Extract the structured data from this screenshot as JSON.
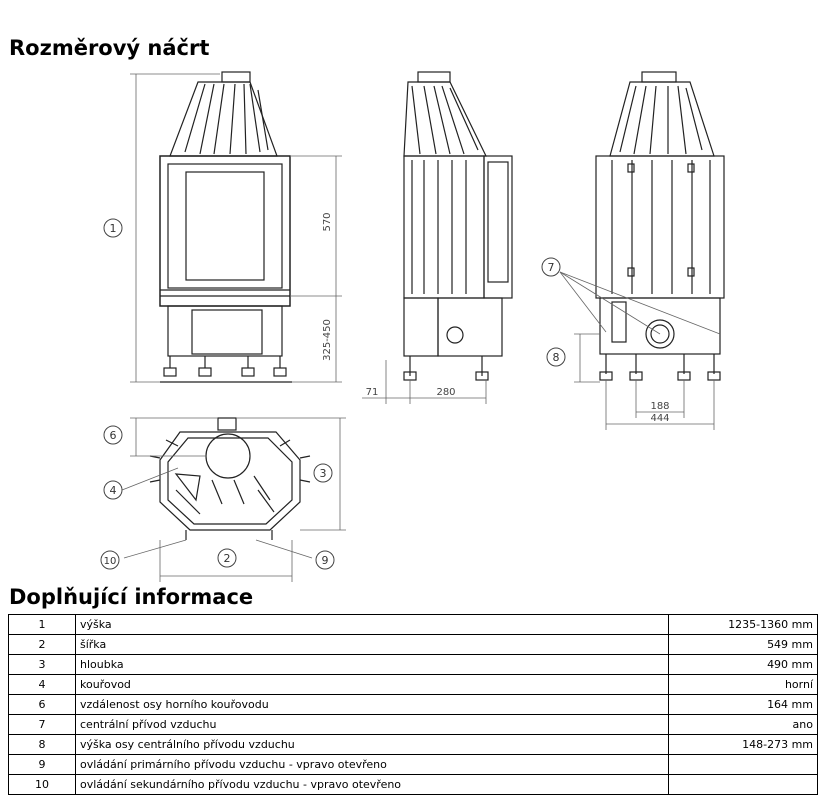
{
  "headings": {
    "sketch": "Rozměrový náčrt",
    "info": "Doplňující informace"
  },
  "drawing": {
    "callouts": [
      "1",
      "2",
      "3",
      "4",
      "6",
      "7",
      "8",
      "9",
      "10"
    ],
    "dims": {
      "d570": "570",
      "d325_450": "325-450",
      "d71": "71",
      "d280": "280",
      "d188": "188",
      "d444": "444"
    }
  },
  "rows": [
    {
      "num": "1",
      "label": "výška",
      "value": "1235-1360 mm"
    },
    {
      "num": "2",
      "label": "šířka",
      "value": "549 mm"
    },
    {
      "num": "3",
      "label": "hloubka",
      "value": "490 mm"
    },
    {
      "num": "4",
      "label": "kouřovod",
      "value": "horní"
    },
    {
      "num": "6",
      "label": "vzdálenost osy horního kouřovodu",
      "value": "164 mm"
    },
    {
      "num": "7",
      "label": "centrální přívod vzduchu",
      "value": "ano"
    },
    {
      "num": "8",
      "label": "výška osy centrálního přívodu vzduchu",
      "value": "148-273 mm"
    },
    {
      "num": "9",
      "label": "ovládání primárního přívodu vzduchu - vpravo otevřeno",
      "value": ""
    },
    {
      "num": "10",
      "label": "ovládání sekundárního přívodu vzduchu - vpravo otevřeno",
      "value": ""
    }
  ]
}
